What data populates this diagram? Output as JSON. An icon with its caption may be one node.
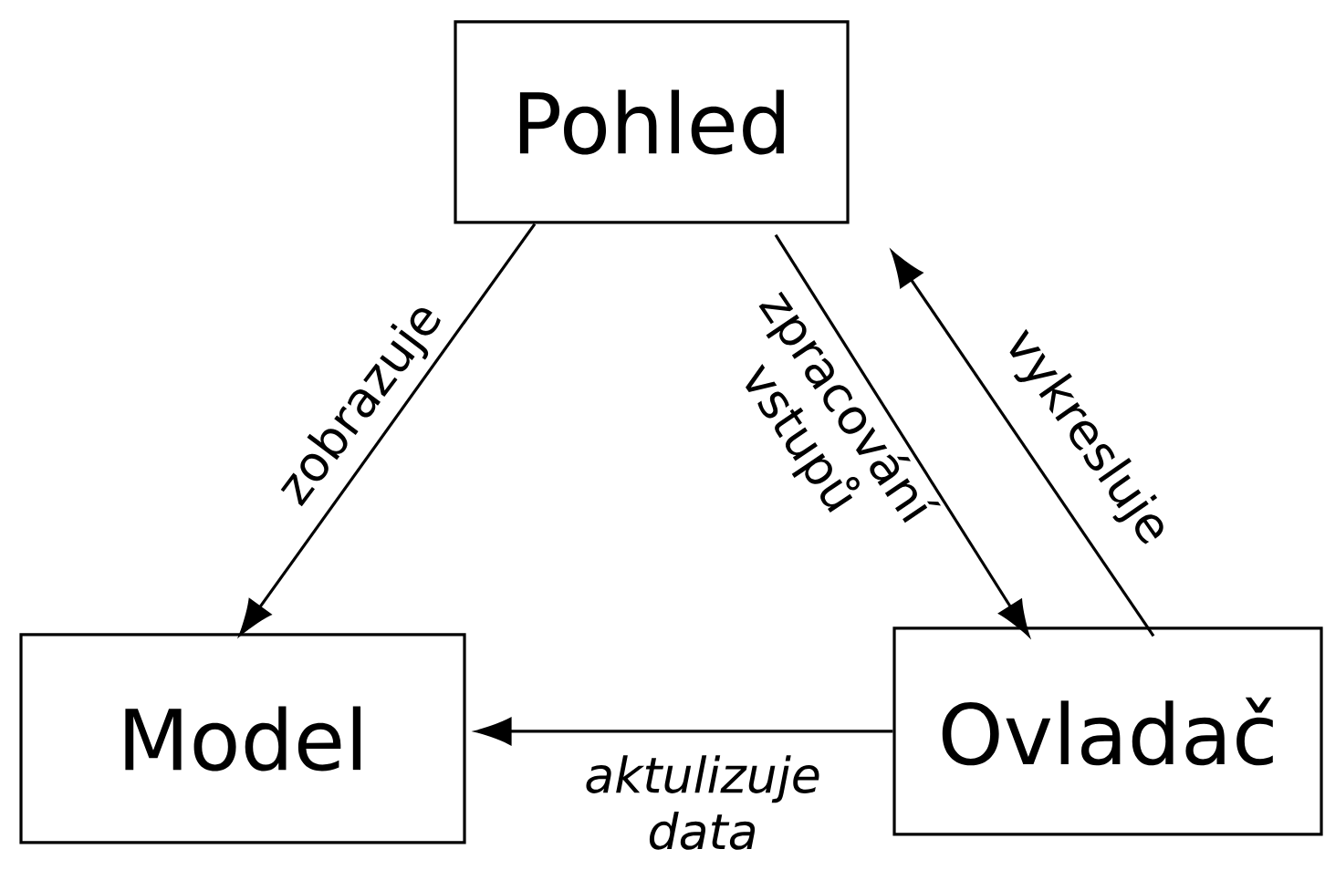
{
  "diagram": {
    "nodes": [
      {
        "text": [
          "Pohled"
        ]
      },
      {
        "text": [
          "Model"
        ]
      },
      {
        "text": [
          "Ovladač"
        ]
      }
    ],
    "edges": [
      {
        "from": 0,
        "to": 1,
        "arrow": "to",
        "label": "zobrazuje"
      },
      {
        "from": 0,
        "to": 2,
        "arrow": "to",
        "label": "zpracování vstupů"
      },
      {
        "from": 2,
        "to": 0,
        "arrow": "to",
        "label": "vykresluje"
      },
      {
        "from": 2,
        "to": 1,
        "arrow": "to",
        "label": "*aktulizuje data*"
      }
    ]
  }
}
